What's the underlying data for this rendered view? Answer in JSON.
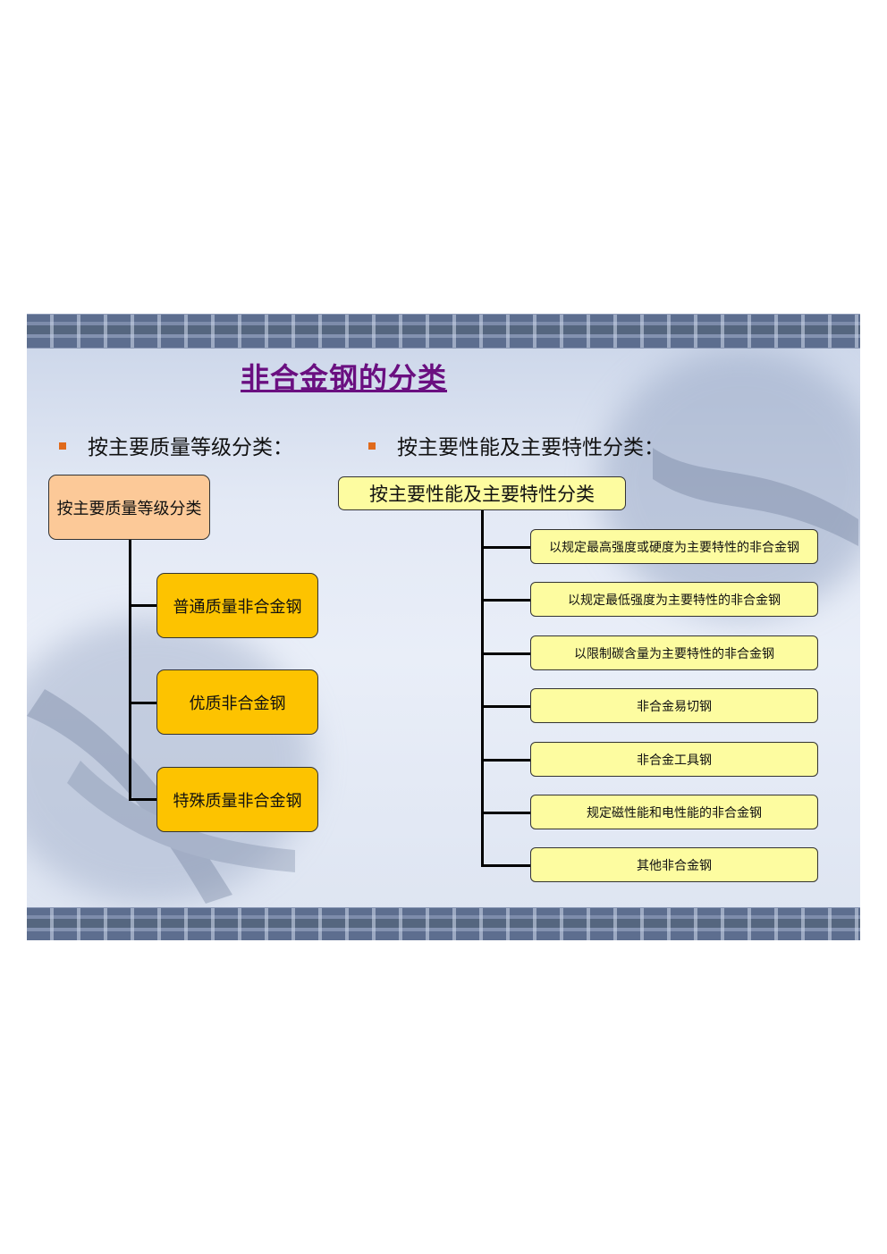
{
  "title": "非合金钢的分类",
  "bullets": {
    "left": "按主要质量等级分类：",
    "right": "按主要性能及主要特性分类："
  },
  "left_tree": {
    "root": "按主要质量等级分类",
    "children": [
      "普通质量非合金钢",
      "优质非合金钢",
      "特殊质量非合金钢"
    ]
  },
  "right_tree": {
    "root": "按主要性能及主要特性分类",
    "children": [
      "以规定最高强度或硬度为主要特性的非合金钢",
      "以规定最低强度为主要特性的非合金钢",
      "以限制碳含量为主要特性的非合金钢",
      "非合金易切钢",
      "非合金工具钢",
      "规定磁性能和电性能的非合金钢",
      "其他非合金钢"
    ]
  },
  "colors": {
    "title": "#6a0f80",
    "bullet": "#e06a1c",
    "left_root_fill": "#fcc998",
    "left_child_fill": "#fdc300",
    "right_fill": "#fdfca0"
  }
}
